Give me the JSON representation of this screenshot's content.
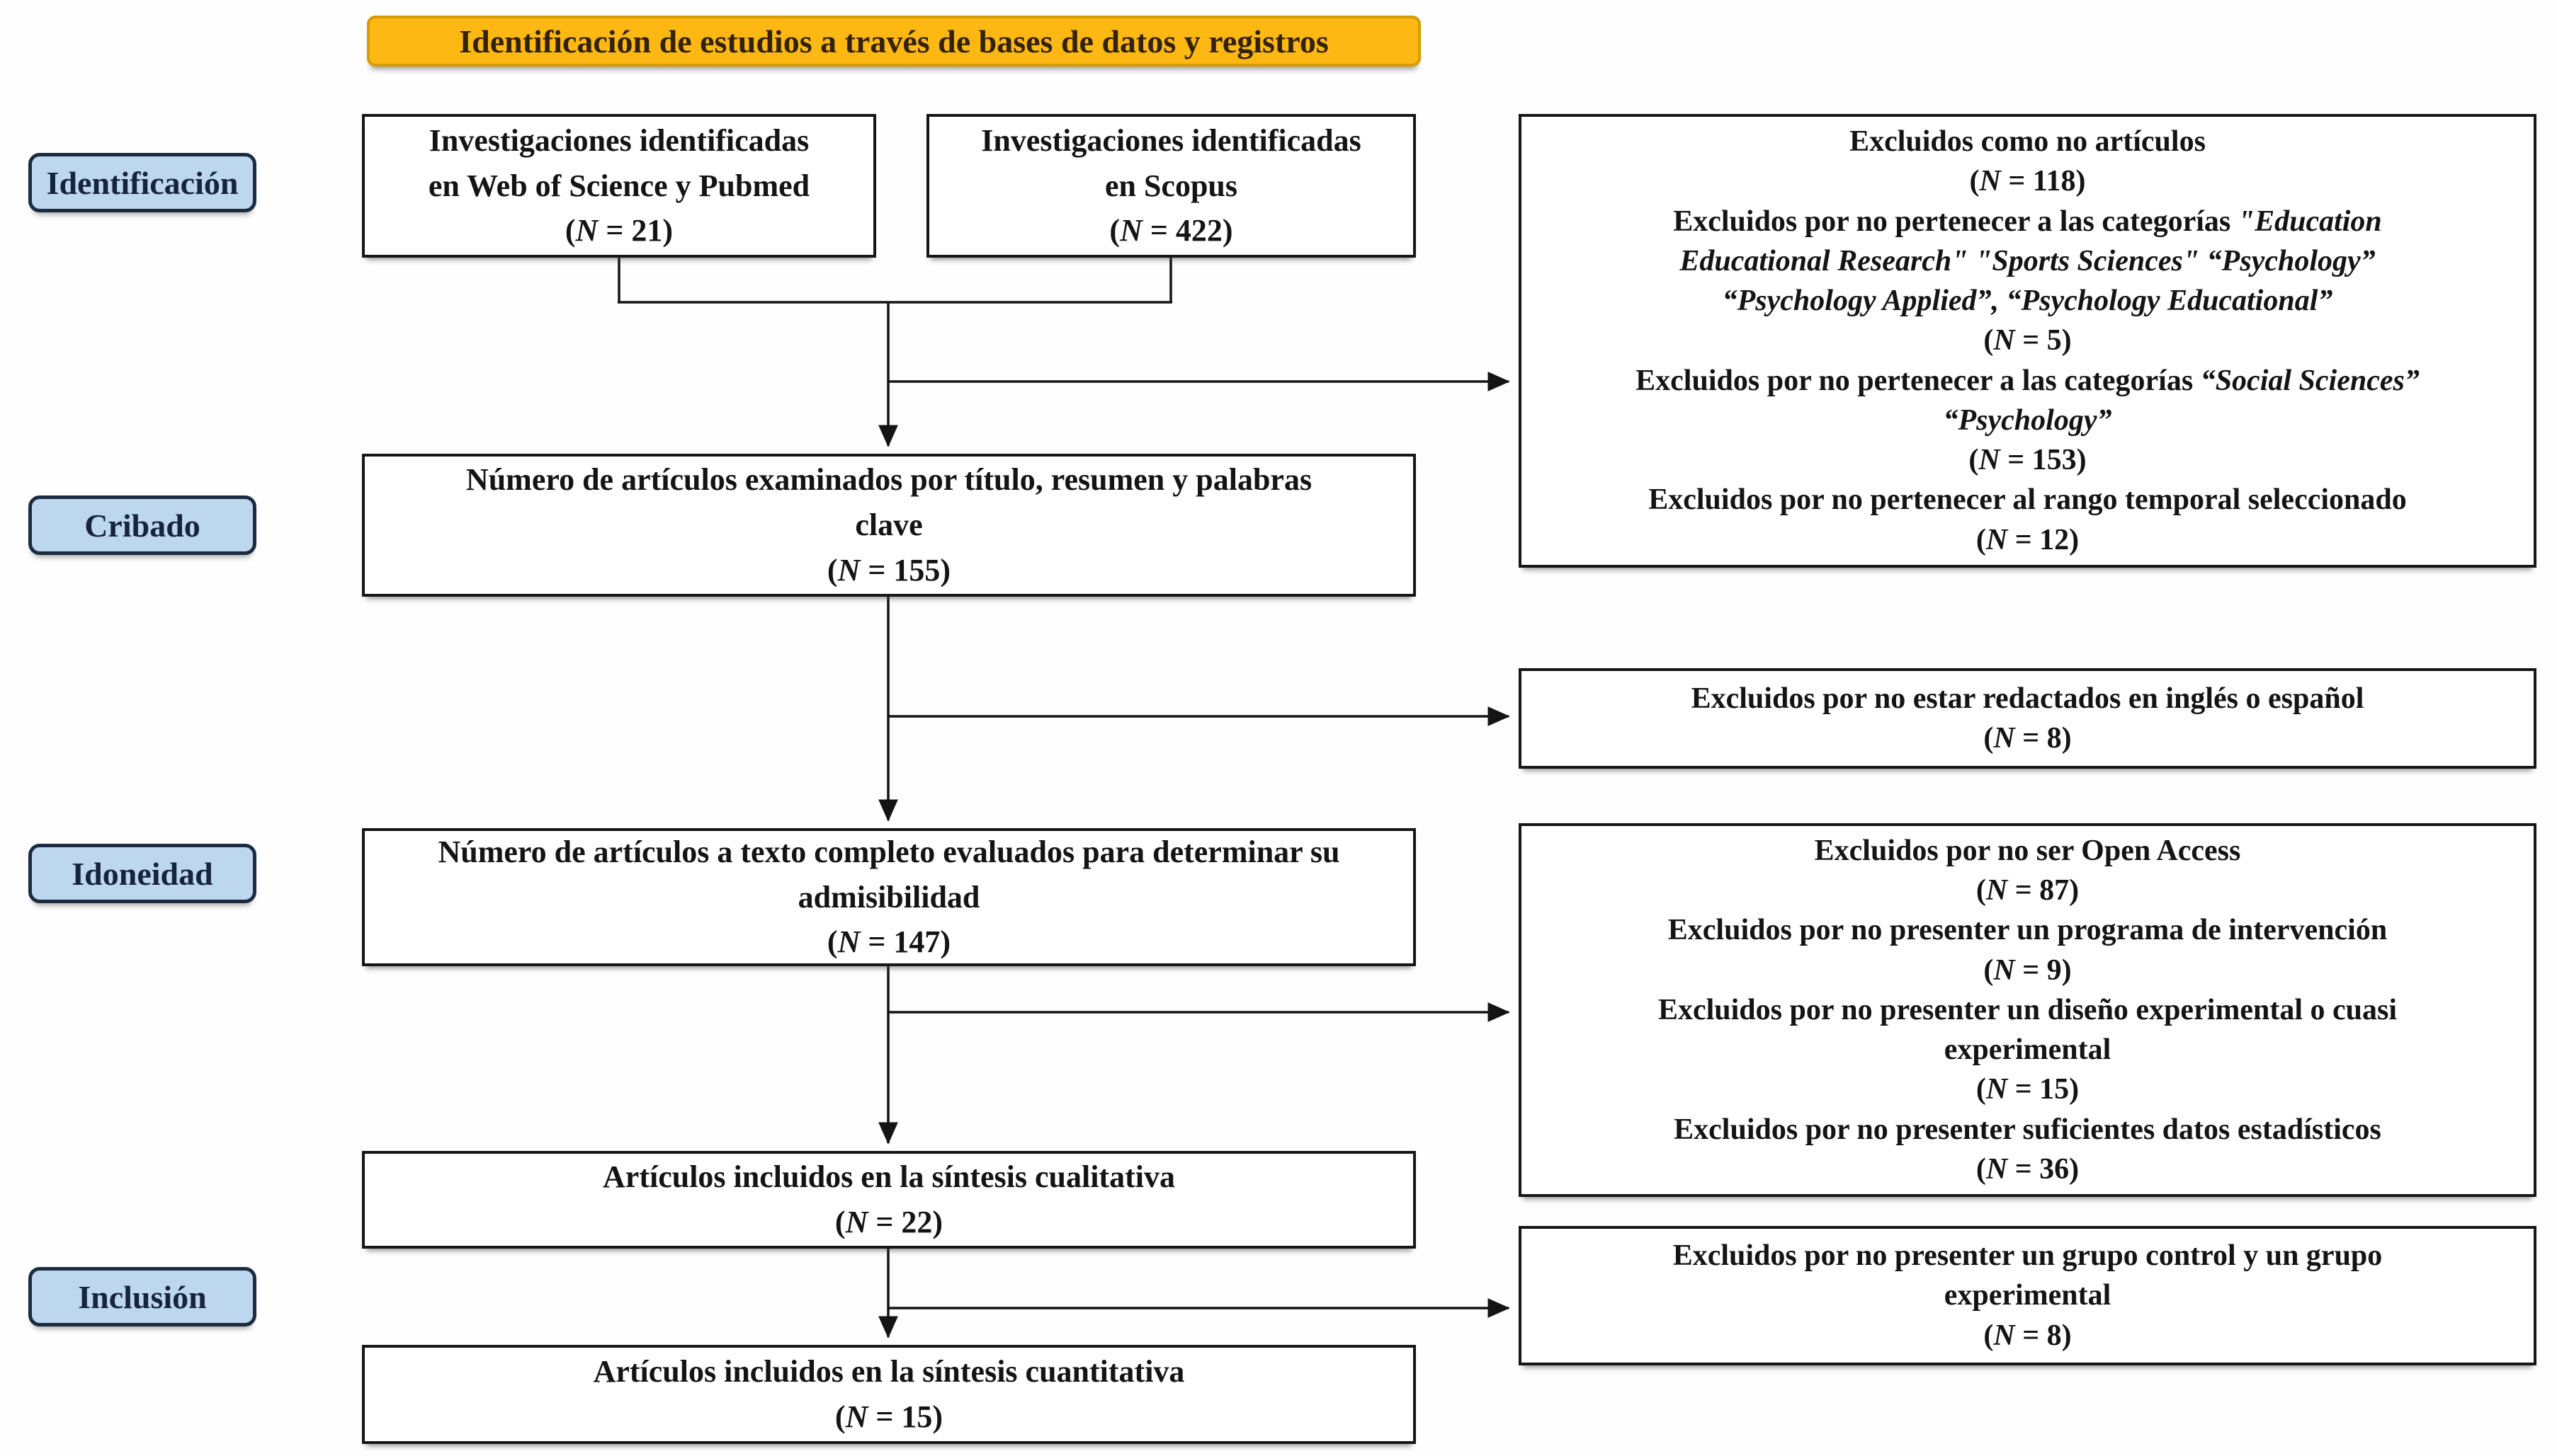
{
  "title": {
    "label": "Identificación de estudios a través de bases de datos y registros"
  },
  "stage_labels": [
    {
      "label": "Identificación"
    },
    {
      "label": "Cribado"
    },
    {
      "label": "Idoneidad"
    },
    {
      "label": "Inclusión"
    }
  ],
  "flow_boxes": {
    "wos_pubmed": {
      "lines": [
        [
          {
            "t": "Investigaciones identificadas"
          }
        ],
        [
          {
            "t": "en Web of Science y Pubmed"
          }
        ],
        [
          {
            "t": "("
          },
          {
            "t": "N",
            "i": true
          },
          {
            "t": " = 21)"
          }
        ]
      ]
    },
    "scopus": {
      "lines": [
        [
          {
            "t": "Investigaciones identificadas"
          }
        ],
        [
          {
            "t": "en Scopus"
          }
        ],
        [
          {
            "t": "("
          },
          {
            "t": "N",
            "i": true
          },
          {
            "t": " = 422)"
          }
        ]
      ]
    },
    "screened": {
      "lines": [
        [
          {
            "t": "Número de artículos examinados por título, resumen y palabras"
          }
        ],
        [
          {
            "t": "clave"
          }
        ],
        [
          {
            "t": "("
          },
          {
            "t": "N",
            "i": true
          },
          {
            "t": " = 155)"
          }
        ]
      ]
    },
    "fulltext": {
      "lines": [
        [
          {
            "t": "Número de artículos a texto completo evaluados para determinar su"
          }
        ],
        [
          {
            "t": "admisibilidad"
          }
        ],
        [
          {
            "t": "("
          },
          {
            "t": "N",
            "i": true
          },
          {
            "t": " = 147)"
          }
        ]
      ]
    },
    "qualitative": {
      "lines": [
        [
          {
            "t": "Artículos incluidos en la síntesis cualitativa"
          }
        ],
        [
          {
            "t": "("
          },
          {
            "t": "N",
            "i": true
          },
          {
            "t": " = 22)"
          }
        ]
      ]
    },
    "quantitative": {
      "lines": [
        [
          {
            "t": "Artículos incluidos en la síntesis cuantitativa"
          }
        ],
        [
          {
            "t": "("
          },
          {
            "t": "N",
            "i": true
          },
          {
            "t": " = 15)"
          }
        ]
      ]
    }
  },
  "exclusion_boxes": {
    "identification": {
      "lines": [
        [
          {
            "t": "Excluidos como no artículos"
          }
        ],
        [
          {
            "t": "("
          },
          {
            "t": "N",
            "i": true
          },
          {
            "t": " = 118)"
          }
        ],
        [
          {
            "t": "Excluidos por no pertenecer a las categorías "
          },
          {
            "t": "\"Education",
            "i": true
          }
        ],
        [
          {
            "t": "Educational Research\" \"Sports Sciences\" “Psychology”",
            "i": true
          }
        ],
        [
          {
            "t": "“Psychology Applied”, “Psychology Educational”",
            "i": true
          }
        ],
        [
          {
            "t": "("
          },
          {
            "t": "N",
            "i": true
          },
          {
            "t": " = 5)"
          }
        ],
        [
          {
            "t": "Excluidos por no pertenecer a las categorías "
          },
          {
            "t": "“Social Sciences”",
            "i": true
          }
        ],
        [
          {
            "t": "“Psychology”",
            "i": true
          }
        ],
        [
          {
            "t": "("
          },
          {
            "t": "N",
            "i": true
          },
          {
            "t": " = 153)"
          }
        ],
        [
          {
            "t": "Excluidos por no pertenecer al rango temporal seleccionado"
          }
        ],
        [
          {
            "t": "("
          },
          {
            "t": "N",
            "i": true
          },
          {
            "t": " = 12)"
          }
        ]
      ]
    },
    "language": {
      "lines": [
        [
          {
            "t": "Excluidos por no estar redactados en inglés o español"
          }
        ],
        [
          {
            "t": "("
          },
          {
            "t": "N",
            "i": true
          },
          {
            "t": " = 8)"
          }
        ]
      ]
    },
    "eligibility": {
      "lines": [
        [
          {
            "t": "Excluidos por no ser Open Access"
          }
        ],
        [
          {
            "t": "("
          },
          {
            "t": "N",
            "i": true
          },
          {
            "t": " = 87)"
          }
        ],
        [
          {
            "t": "Excluidos por no presenter un programa de intervención"
          }
        ],
        [
          {
            "t": "("
          },
          {
            "t": "N",
            "i": true
          },
          {
            "t": " = 9)"
          }
        ],
        [
          {
            "t": "Excluidos por no presenter un diseño experimental o cuasi"
          }
        ],
        [
          {
            "t": "experimental"
          }
        ],
        [
          {
            "t": "("
          },
          {
            "t": "N",
            "i": true
          },
          {
            "t": " = 15)"
          }
        ],
        [
          {
            "t": "Excluidos por no presenter suficientes datos estadísticos"
          }
        ],
        [
          {
            "t": "("
          },
          {
            "t": "N",
            "i": true
          },
          {
            "t": " = 36)"
          }
        ]
      ]
    },
    "inclusion": {
      "lines": [
        [
          {
            "t": "Excluidos por no presenter un grupo control y un grupo"
          }
        ],
        [
          {
            "t": "experimental"
          }
        ],
        [
          {
            "t": "("
          },
          {
            "t": "N",
            "i": true
          },
          {
            "t": " = 8)"
          }
        ]
      ]
    }
  },
  "colors": {
    "banner_fill": "#fdb813",
    "banner_border": "#d79b00",
    "banner_text": "#33220a",
    "label_fill": "#bdd7ee",
    "label_border": "#1c2b40",
    "label_text": "#16243d",
    "box_border": "#161616",
    "arrow": "#141414",
    "background": "#fefefe"
  }
}
